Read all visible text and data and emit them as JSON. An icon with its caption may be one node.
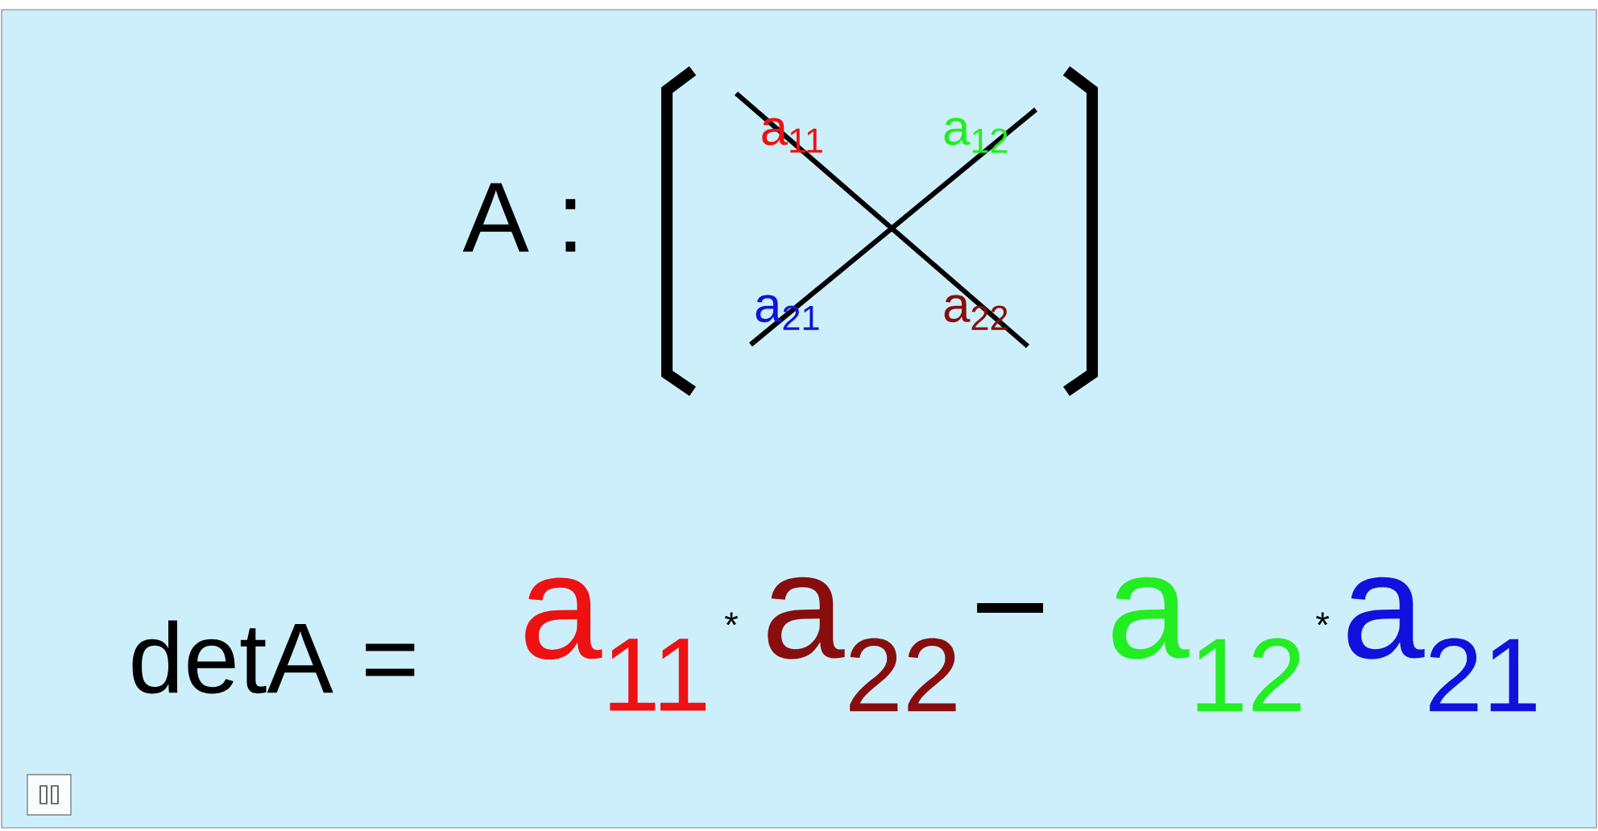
{
  "diagram": {
    "labels": [
      "A :",
      "a$_{11}$",
      "a$_{12}$",
      "a$_{21}$",
      "a$_{22}$",
      "detA =",
      "a$_{11}$",
      "*",
      "a$_{22}$",
      "−",
      "a$_{12}$",
      "*",
      "a$_{21}$"
    ]
  }
}
